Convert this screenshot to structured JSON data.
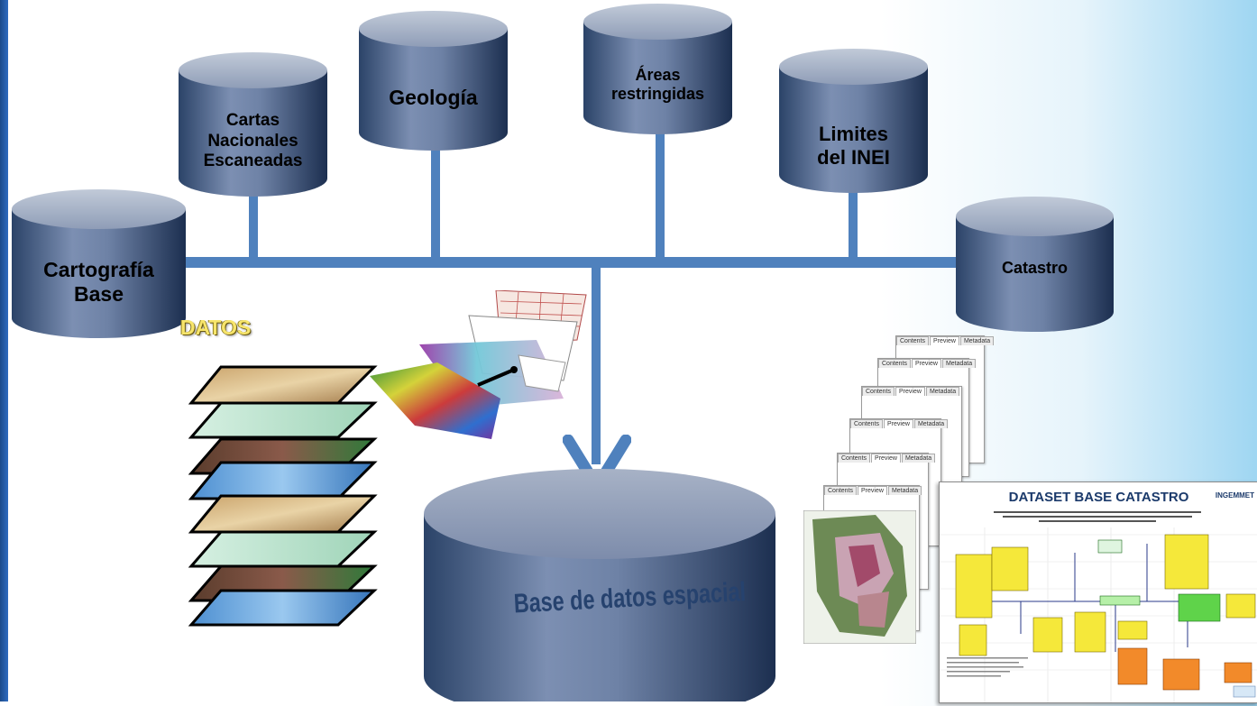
{
  "colors": {
    "cylinder_top": "#aab5c8",
    "cylinder_body_dark": "#1f3455",
    "cylinder_body_light": "#7b8db0",
    "connector": "#4f81bd"
  },
  "sources": {
    "cartografia": "Cartografía\nBase",
    "cartas": "Cartas\nNacionales\nEscaneadas",
    "geologia": "Geología",
    "areas": "Áreas\nrestringidas",
    "limites": "Limites\ndel INEI",
    "catastro": "Catastro"
  },
  "layers_label": "DATOS",
  "spatial_db_label": "Base de datos espacial",
  "catalog_tabs": [
    "Contents",
    "Preview",
    "Metadata"
  ],
  "dataset_sheet_title": "DATASET BASE CATASTRO",
  "dataset_logo_text": "INGEMMET"
}
